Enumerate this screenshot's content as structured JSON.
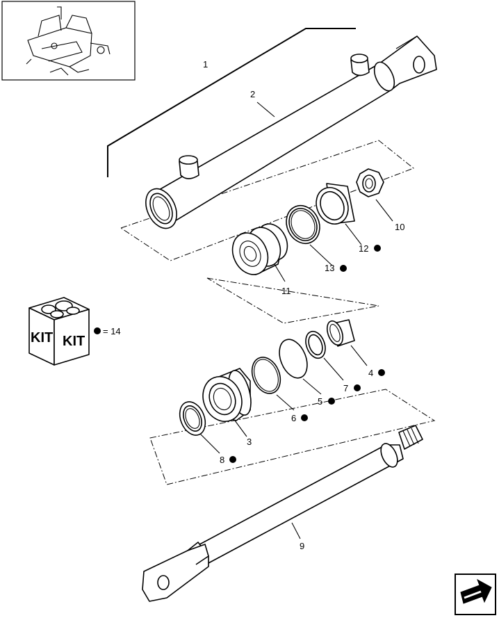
{
  "callouts": {
    "c1": "1",
    "c2": "2",
    "c3": "3",
    "c4": "4",
    "c5": "5",
    "c6": "6",
    "c7": "7",
    "c8": "8",
    "c9": "9",
    "c10": "10",
    "c11": "11",
    "c12": "12",
    "c13": "13"
  },
  "kit": {
    "label_1": "KIT",
    "label_2": "KIT",
    "legend": "= 14"
  },
  "icons": {
    "kit_dot": "filled-circle-marker",
    "nav": "next-page-arrow-icon",
    "locator": "machine-locator-thumbnail"
  }
}
